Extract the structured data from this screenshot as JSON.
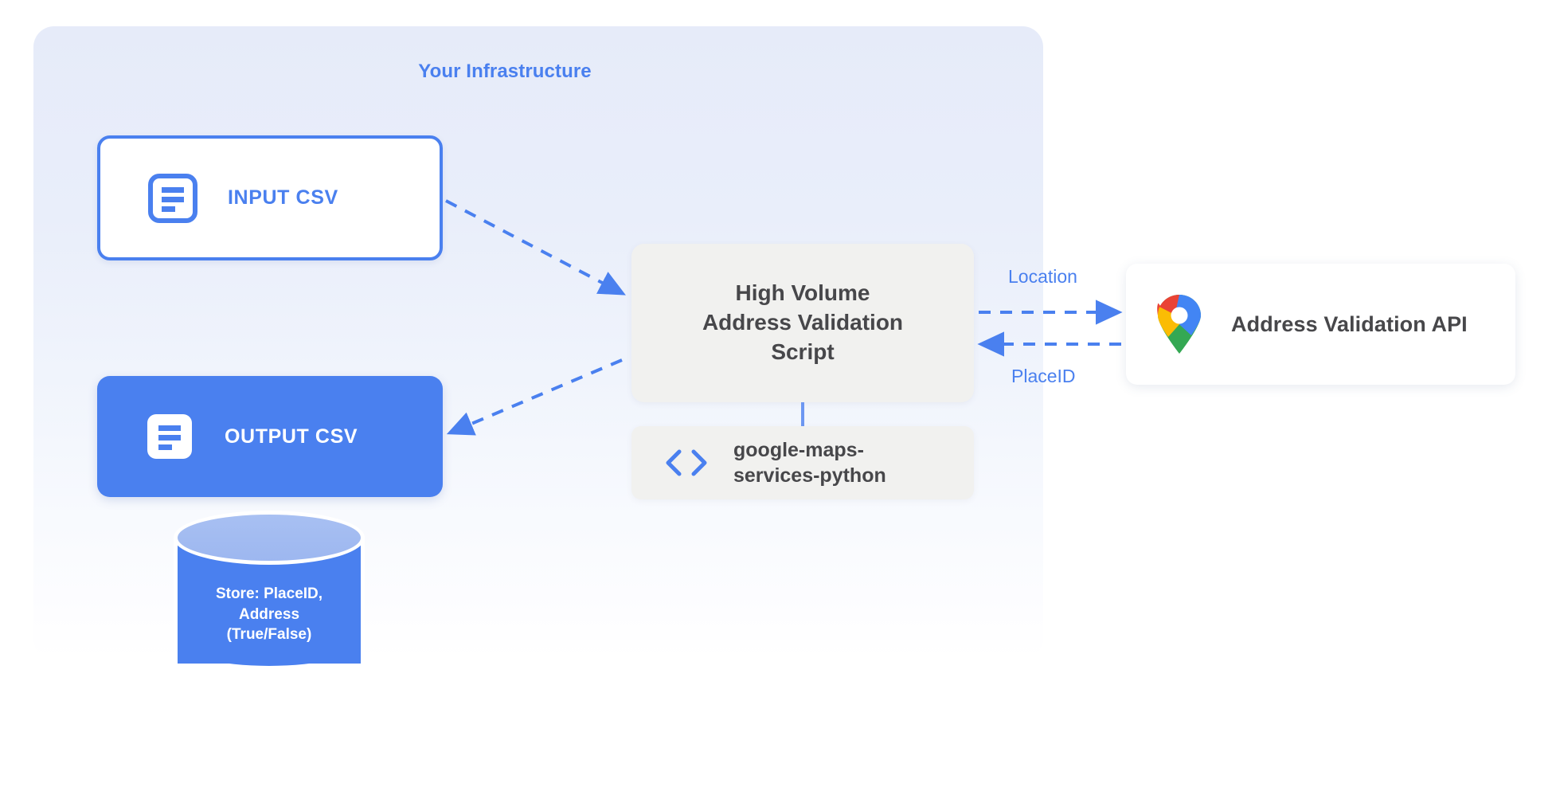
{
  "panel": {
    "title": "Your Infrastructure"
  },
  "nodes": {
    "input_csv": {
      "label": "INPUT CSV",
      "icon": "document-icon"
    },
    "output_csv": {
      "label": "OUTPUT CSV",
      "icon": "document-icon"
    },
    "database": {
      "line1": "Store: PlaceID,",
      "line2": "Address",
      "line3": "(True/False)"
    },
    "script": {
      "line1": "High Volume",
      "line2": "Address Validation",
      "line3": "Script"
    },
    "library": {
      "line1": "google-maps-",
      "line2": "services-python",
      "icon": "code-brackets-icon"
    },
    "api": {
      "label": "Address Validation API",
      "icon": "google-maps-pin-icon"
    }
  },
  "edges": {
    "location": "Location",
    "placeid": "PlaceID"
  },
  "colors": {
    "accent_blue": "#4a80ef",
    "panel_blue": "#e6ebf9",
    "box_gray": "#f1f1ef",
    "text_dark": "#47474a",
    "pin_blue": "#4285f4",
    "pin_red": "#ea4335",
    "pin_yellow": "#fbbc04",
    "pin_green": "#34a853"
  }
}
